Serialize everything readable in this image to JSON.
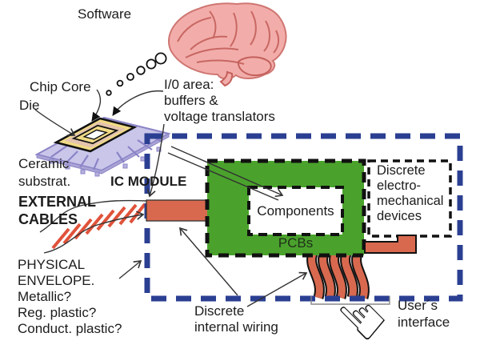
{
  "labels": {
    "software": "Software",
    "chip_core": "Chip Core",
    "die": "Die",
    "io_area": [
      "I/0 area:",
      "buffers &",
      "voltage translators"
    ],
    "ceramic": [
      "Ceramic",
      "substrat."
    ],
    "ic_module": "IC MODULE",
    "external_cables": [
      "EXTERNAL",
      "CABLES"
    ],
    "physical_envelope": [
      "PHYSICAL",
      "ENVELOPE.",
      "Metallic?",
      "Reg. plastic?",
      "Conduct. plastic?"
    ],
    "components": "Components",
    "pcbs": "PCBs",
    "discrete_devices": [
      "Discrete",
      "electro-",
      "mechanical",
      "devices"
    ],
    "internal_wiring": [
      "Discrete",
      "internal wiring"
    ],
    "users_interface": [
      "User´s",
      "interface"
    ]
  },
  "icons": {
    "brain": "brain-icon",
    "chip_package": "chip-package-icon",
    "thought_dots": "thought-dots-icon",
    "pointer_hand": "☞"
  },
  "colors": {
    "envelope_blue": "#2b3f92",
    "pcb_green": "#4aa22c",
    "cable_salmon": "#d8694f",
    "hatch_red": "#e0523a",
    "brain_pink": "#f2adaa",
    "substrate_lavender": "#c9c6ea",
    "die_yellow": "#f0da86",
    "die_tan": "#e4c4ae",
    "text": "#1c1c1c"
  }
}
